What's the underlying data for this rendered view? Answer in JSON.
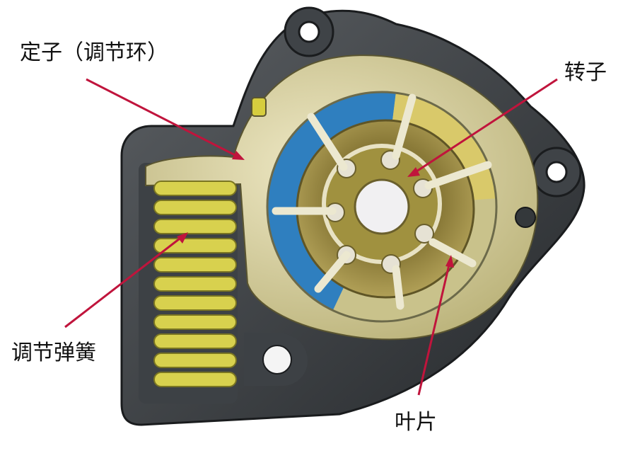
{
  "labels": {
    "stator": "定子（调节环）",
    "rotor": "转子",
    "spring": "调节弹簧",
    "vane": "叶片"
  },
  "colors": {
    "arrow": "#c0143c",
    "housing": "#2e3236",
    "stator": "#d3cd9c",
    "chamber_blue": "#2f7fbf",
    "chamber_yellow": "#d9c96a",
    "rotor": "#857534",
    "spring": "#d8d14e"
  }
}
